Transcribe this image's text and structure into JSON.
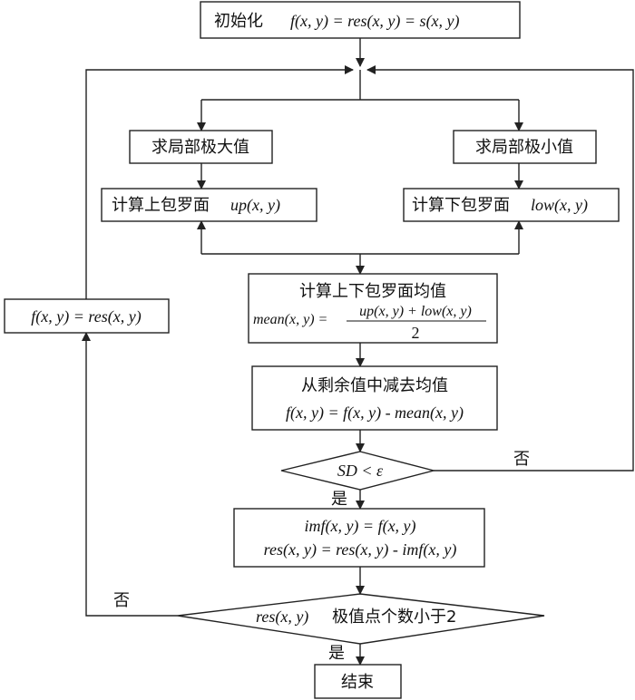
{
  "init": {
    "label": "初始化",
    "formula": "f(x, y) = res(x, y) = s(x, y)"
  },
  "local_max": "求局部极大值",
  "local_min": "求局部极小值",
  "upper_env": {
    "label": "计算上包罗面",
    "formula": "up(x, y)"
  },
  "lower_env": {
    "label": "计算下包罗面",
    "formula": "low(x, y)"
  },
  "mean_env": {
    "label": "计算上下包罗面均值",
    "lhs": "mean(x, y) =",
    "numerator": "up(x, y) + low(x, y)",
    "denominator": "2"
  },
  "subtract": {
    "label": "从剩余值中减去均值",
    "formula": "f(x, y) = f(x, y) - mean(x, y)"
  },
  "sd_check": {
    "condition": "SD < ε",
    "yes": "是",
    "no": "否"
  },
  "imf_update": {
    "line1": "imf(x, y) = f(x, y)",
    "line2": "res(x, y) = res(x, y) - imf(x, y)"
  },
  "extrema_check": {
    "formula": "res(x, y)",
    "label": "极值点个数小于2",
    "yes": "是",
    "no": "否"
  },
  "reassign": "f(x, y) = res(x, y)",
  "end": "结束"
}
